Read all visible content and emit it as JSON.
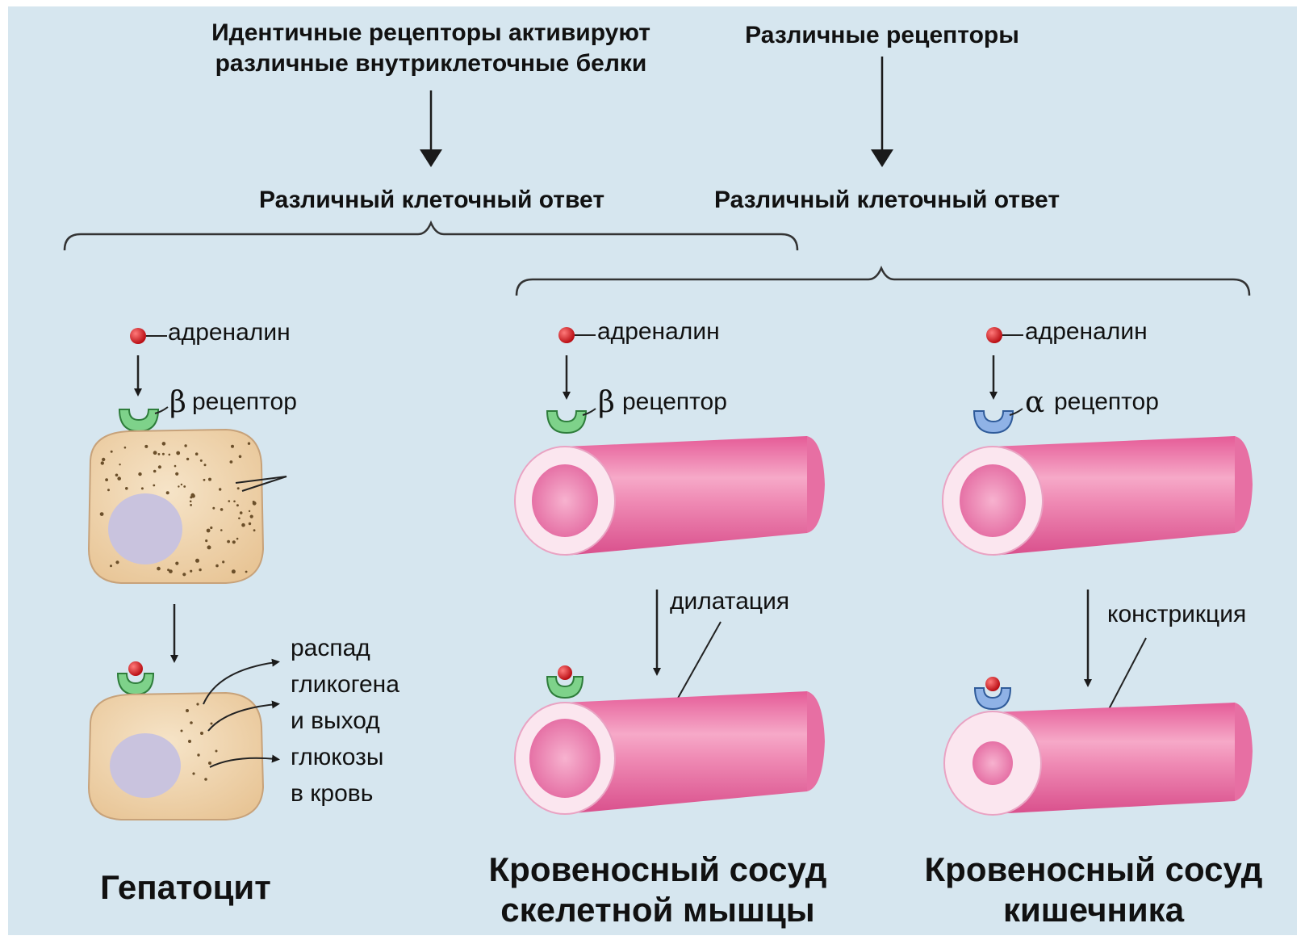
{
  "headers": {
    "identical_receptors": "Идентичные рецепторы активируют\nразличные внутриклеточные белки",
    "different_receptors": "Различные рецепторы",
    "response_left": "Различный клеточный ответ",
    "response_right": "Различный клеточный ответ"
  },
  "panels": [
    {
      "ligand": "адреналин",
      "receptor_symbol": "β",
      "receptor_word": "рецептор",
      "receptor_color": "#3c9a4c",
      "response": "распад\nгликогена\nи выход\nглюкозы\nв кровь",
      "caption": "Гепатоцит"
    },
    {
      "ligand": "адреналин",
      "receptor_symbol": "β",
      "receptor_word": "рецептор",
      "receptor_color": "#3c9a4c",
      "response": "дилатация",
      "caption": "Кровеносный сосуд\nскелетной мышцы"
    },
    {
      "ligand": "адреналин",
      "receptor_symbol": "α",
      "receptor_word": "рецептор",
      "receptor_color": "#3f6fb5",
      "response": "констрикция",
      "caption": "Кровеносный сосуд\nкишечника"
    }
  ],
  "colors": {
    "background": "#d6e6ef",
    "ligand": "#d8171c",
    "vessel": "#ec7fac",
    "cell": "#f0d5ae",
    "nucleus": "#c9c3de"
  }
}
